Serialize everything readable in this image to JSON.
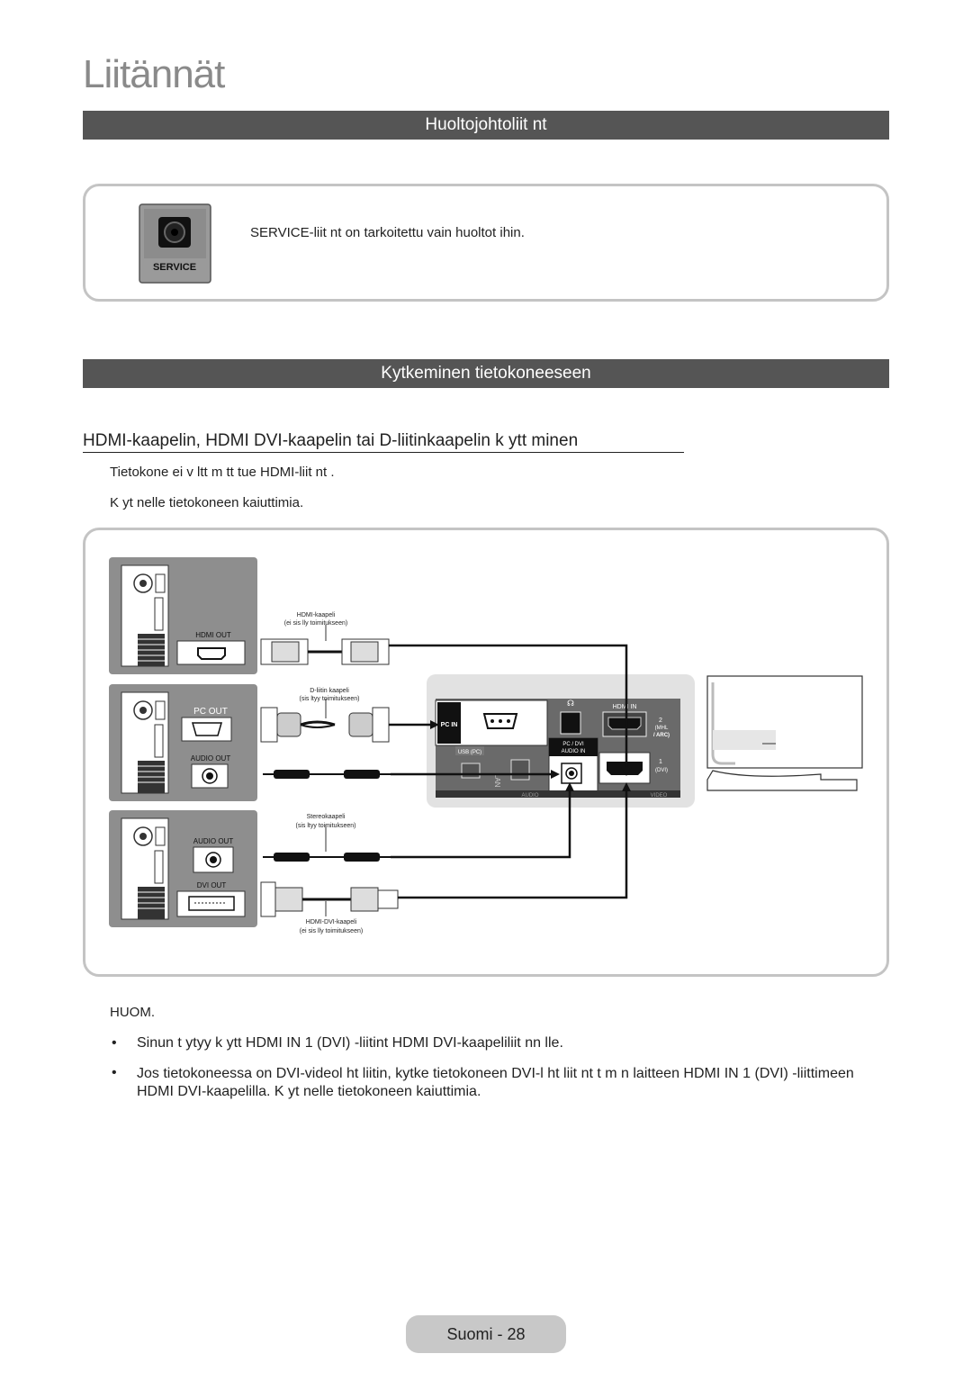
{
  "page": {
    "title": "Liitännät",
    "footer": "Suomi - 28"
  },
  "service_section": {
    "heading": "Huoltojohtoliit nt",
    "port_label": "SERVICE",
    "description": "SERVICE-liit nt  on tarkoitettu vain huoltot ihin."
  },
  "pc_section": {
    "heading": "Kytkeminen tietokoneeseen",
    "subheading": "HDMI-kaapelin, HDMI DVI-kaapelin tai D-liitinkaapelin k ytt minen",
    "intro_lines": [
      "Tietokone ei v ltt m tt  tue HDMI-liit nt  .",
      "K yt    nelle tietokoneen kaiuttimia."
    ]
  },
  "diagram": {
    "pc_ports": {
      "hdmi_out": "HDMI OUT",
      "pc_out": "PC OUT",
      "audio_out_1": "AUDIO OUT",
      "audio_out_2": "AUDIO OUT",
      "dvi_out": "DVI OUT"
    },
    "cables": {
      "hdmi_name": "HDMI-kaapeli",
      "hdmi_note": "(ei sis lly toimitukseen)",
      "dsub_name": "D-liitin kaapeli",
      "dsub_note": "(sis ltyy toimitukseen)",
      "stereo_name": "Stereokaapeli",
      "stereo_note": "(sis ltyy toimitukseen)",
      "hdmi_dvi_name": "HDMI-DVI-kaapeli",
      "hdmi_dvi_note": "(ei sis lly toimitukseen)"
    },
    "tv_panel": {
      "pc_in": "PC IN",
      "hdmi_in": "HDMI IN",
      "usb_pc": "USB (PC)",
      "pc_dvi_audio_in_1": "PC / DVI",
      "pc_dvi_audio_in_2": "AUDIO IN",
      "port2": "2",
      "port2_sub1": "(MHL",
      "port2_sub2": "/ ARC)",
      "port1": "1",
      "port1_sub": "(DVI)",
      "lan": "LAN",
      "audio": "AUDIO",
      "video": "VIDEO"
    }
  },
  "notes": {
    "heading": "HUOM.",
    "items": [
      "Sinun t ytyy k ytt   HDMI IN 1 (DVI) -liitint  HDMI DVI-kaapeliliit nn lle.",
      "Jos tietokoneessa on DVI-videol ht liitin, kytke tietokoneen DVI-l ht liit nt  t m n laitteen    HDMI IN 1 (DVI) -liittimeen HDMI DVI-kaapelilla. K yt    nelle tietokoneen kaiuttimia."
    ]
  }
}
